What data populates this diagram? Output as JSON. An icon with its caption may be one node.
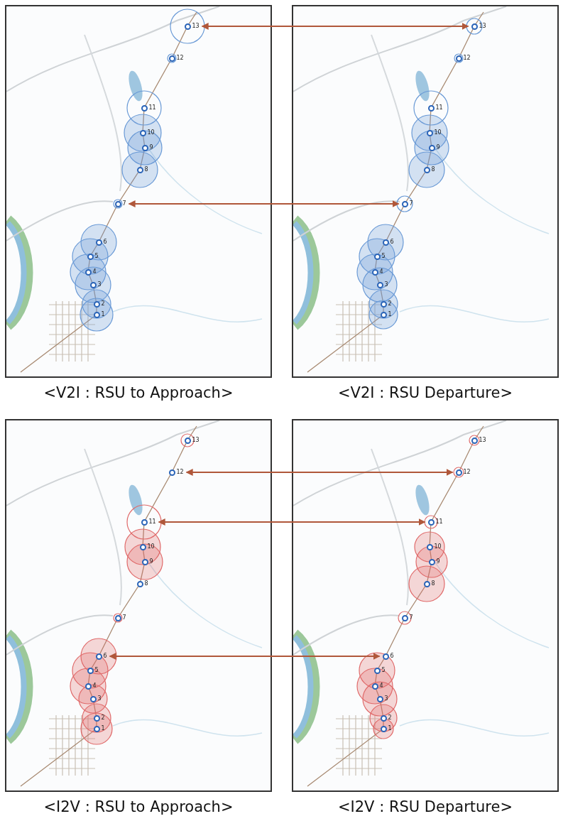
{
  "diagram": {
    "nodes": [
      {
        "text": [
          "<V2I : RSU to Approach>"
        ]
      },
      {
        "text": [],
        "shape": "circle",
        "in": 0,
        "beside": [
          "13"
        ]
      },
      {
        "text": [],
        "shape": "circle",
        "in": 0,
        "beside": [
          "12"
        ]
      },
      {
        "text": [],
        "shape": "circle",
        "in": 0,
        "beside": [
          "11"
        ]
      },
      {
        "text": [],
        "shape": "circle",
        "in": 0,
        "beside": [
          "10"
        ]
      },
      {
        "text": [],
        "shape": "circle",
        "in": 0,
        "beside": [
          "9"
        ]
      },
      {
        "text": [],
        "shape": "circle",
        "in": 0,
        "beside": [
          "8"
        ]
      },
      {
        "text": [],
        "shape": "circle",
        "in": 0,
        "beside": [
          "7"
        ]
      },
      {
        "text": [],
        "shape": "circle",
        "in": 0,
        "beside": [
          "6"
        ]
      },
      {
        "text": [],
        "shape": "circle",
        "in": 0,
        "beside": [
          "5"
        ]
      },
      {
        "text": [],
        "shape": "circle",
        "in": 0,
        "beside": [
          "4"
        ]
      },
      {
        "text": [],
        "shape": "circle",
        "in": 0,
        "beside": [
          "3"
        ]
      },
      {
        "text": [],
        "shape": "circle",
        "in": 0,
        "beside": [
          "2"
        ]
      },
      {
        "text": [],
        "shape": "circle",
        "in": 0,
        "beside": [
          "1"
        ]
      },
      {
        "text": [
          "<V2I : RSU Departure>"
        ]
      },
      {
        "text": [],
        "shape": "circle",
        "in": 14,
        "beside": [
          "13"
        ]
      },
      {
        "text": [],
        "shape": "circle",
        "in": 14,
        "beside": [
          "12"
        ]
      },
      {
        "text": [],
        "shape": "circle",
        "in": 14,
        "beside": [
          "11"
        ]
      },
      {
        "text": [],
        "shape": "circle",
        "in": 14,
        "beside": [
          "10"
        ]
      },
      {
        "text": [],
        "shape": "circle",
        "in": 14,
        "beside": [
          "9"
        ]
      },
      {
        "text": [],
        "shape": "circle",
        "in": 14,
        "beside": [
          "8"
        ]
      },
      {
        "text": [],
        "shape": "circle",
        "in": 14,
        "beside": [
          "7"
        ]
      },
      {
        "text": [],
        "shape": "circle",
        "in": 14,
        "beside": [
          "6"
        ]
      },
      {
        "text": [],
        "shape": "circle",
        "in": 14,
        "beside": [
          "5"
        ]
      },
      {
        "text": [],
        "shape": "circle",
        "in": 14,
        "beside": [
          "4"
        ]
      },
      {
        "text": [],
        "shape": "circle",
        "in": 14,
        "beside": [
          "3"
        ]
      },
      {
        "text": [],
        "shape": "circle",
        "in": 14,
        "beside": [
          "2"
        ]
      },
      {
        "text": [],
        "shape": "circle",
        "in": 14,
        "beside": [
          "1"
        ]
      },
      {
        "text": [
          "<I2V : RSU to Approach>"
        ]
      },
      {
        "text": [],
        "shape": "circle",
        "in": 28,
        "beside": [
          "13"
        ]
      },
      {
        "text": [],
        "shape": "circle",
        "in": 28,
        "beside": [
          "12"
        ]
      },
      {
        "text": [],
        "shape": "circle",
        "in": 28,
        "beside": [
          "11"
        ]
      },
      {
        "text": [],
        "shape": "circle",
        "in": 28,
        "beside": [
          "10"
        ]
      },
      {
        "text": [],
        "shape": "circle",
        "in": 28,
        "beside": [
          "9"
        ]
      },
      {
        "text": [],
        "shape": "circle",
        "in": 28,
        "beside": [
          "8"
        ]
      },
      {
        "text": [],
        "shape": "circle",
        "in": 28,
        "beside": [
          "7"
        ]
      },
      {
        "text": [],
        "shape": "circle",
        "in": 28,
        "beside": [
          "6"
        ]
      },
      {
        "text": [],
        "shape": "circle",
        "in": 28,
        "beside": [
          "5"
        ]
      },
      {
        "text": [],
        "shape": "circle",
        "in": 28,
        "beside": [
          "4"
        ]
      },
      {
        "text": [],
        "shape": "circle",
        "in": 28,
        "beside": [
          "3"
        ]
      },
      {
        "text": [],
        "shape": "circle",
        "in": 28,
        "beside": [
          "2"
        ]
      },
      {
        "text": [],
        "shape": "circle",
        "in": 28,
        "beside": [
          "1"
        ]
      },
      {
        "text": [
          "<I2V : RSU Departure>"
        ]
      },
      {
        "text": [],
        "shape": "circle",
        "in": 42,
        "beside": [
          "13"
        ]
      },
      {
        "text": [],
        "shape": "circle",
        "in": 42,
        "beside": [
          "12"
        ]
      },
      {
        "text": [],
        "shape": "circle",
        "in": 42,
        "beside": [
          "11"
        ]
      },
      {
        "text": [],
        "shape": "circle",
        "in": 42,
        "beside": [
          "10"
        ]
      },
      {
        "text": [],
        "shape": "circle",
        "in": 42,
        "beside": [
          "9"
        ]
      },
      {
        "text": [],
        "shape": "circle",
        "in": 42,
        "beside": [
          "8"
        ]
      },
      {
        "text": [],
        "shape": "circle",
        "in": 42,
        "beside": [
          "7"
        ]
      },
      {
        "text": [],
        "shape": "circle",
        "in": 42,
        "beside": [
          "6"
        ]
      },
      {
        "text": [],
        "shape": "circle",
        "in": 42,
        "beside": [
          "5"
        ]
      },
      {
        "text": [],
        "shape": "circle",
        "in": 42,
        "beside": [
          "4"
        ]
      },
      {
        "text": [],
        "shape": "circle",
        "in": 42,
        "beside": [
          "3"
        ]
      },
      {
        "text": [],
        "shape": "circle",
        "in": 42,
        "beside": [
          "2"
        ]
      },
      {
        "text": [],
        "shape": "circle",
        "in": 42,
        "beside": [
          "1"
        ]
      }
    ],
    "edges": [
      {
        "from": 1,
        "to": 15,
        "arrow": "both"
      },
      {
        "from": 7,
        "to": 21,
        "arrow": "both"
      },
      {
        "from": 30,
        "to": 44,
        "arrow": "both"
      },
      {
        "from": 31,
        "to": 45,
        "arrow": "both"
      },
      {
        "from": 36,
        "to": 50,
        "arrow": "both"
      }
    ]
  }
}
